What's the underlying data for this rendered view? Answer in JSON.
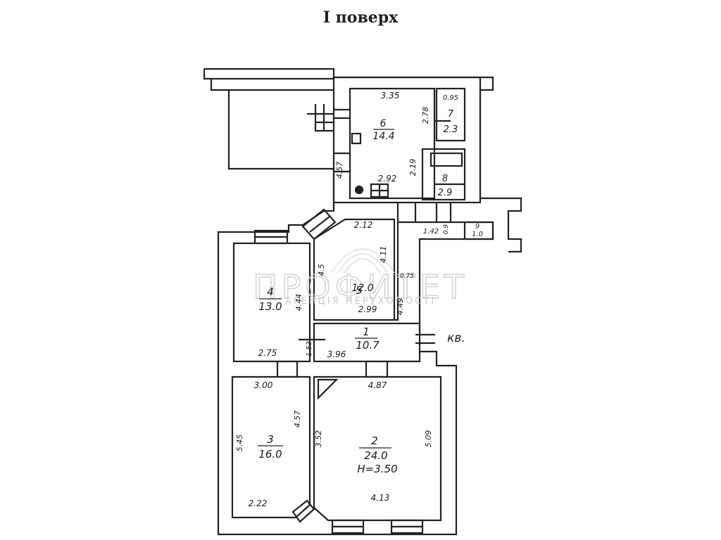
{
  "title": "I поверх",
  "watermark": {
    "brand": "ПРОФИТЕТ",
    "tagline": "АГЕНЦІЯ НЕРУХОМОСТІ"
  },
  "rooms": [
    {
      "id": "1",
      "number": "1",
      "area": "10.7"
    },
    {
      "id": "2",
      "number": "2",
      "area": "24.0",
      "extra": "H=3.50"
    },
    {
      "id": "3",
      "number": "3",
      "area": "16.0"
    },
    {
      "id": "4",
      "number": "4",
      "area": "13.0"
    },
    {
      "id": "5",
      "number": "5",
      "area": "12.0"
    },
    {
      "id": "6",
      "number": "6",
      "area": "14.4"
    },
    {
      "id": "7",
      "number": "7",
      "area": "2.3"
    },
    {
      "id": "8",
      "number": "8",
      "area": "2.9"
    },
    {
      "id": "9",
      "number": "9",
      "area": "1.0"
    }
  ],
  "dimensions": {
    "r6_top": "3.35",
    "r6_bottom": "2.92",
    "r6_left": "4.57",
    "r6_right_top": "2.78",
    "r6_right": "2.19",
    "r7_top": "0.95",
    "r5_top": "2.12",
    "r5_left": "4.5",
    "r5_right": "4.11",
    "r5_bottom": "2.99",
    "r9_left": "1.42",
    "r9_top": "0.9",
    "r1_left": "1.53",
    "r1_bottom": "3.96",
    "r1_right": "4.49",
    "r1_corner": "0.75",
    "r4_right": "4.44",
    "r4_bottom": "2.75",
    "r3_top": "3.00",
    "r3_left": "5.45",
    "r3_right": "4.57",
    "r3_bottom": "2.22",
    "r2_top": "4.87",
    "r2_left": "3.52",
    "r2_right": "5.09",
    "r2_bottom": "4.13"
  },
  "entrance_label": "кв."
}
